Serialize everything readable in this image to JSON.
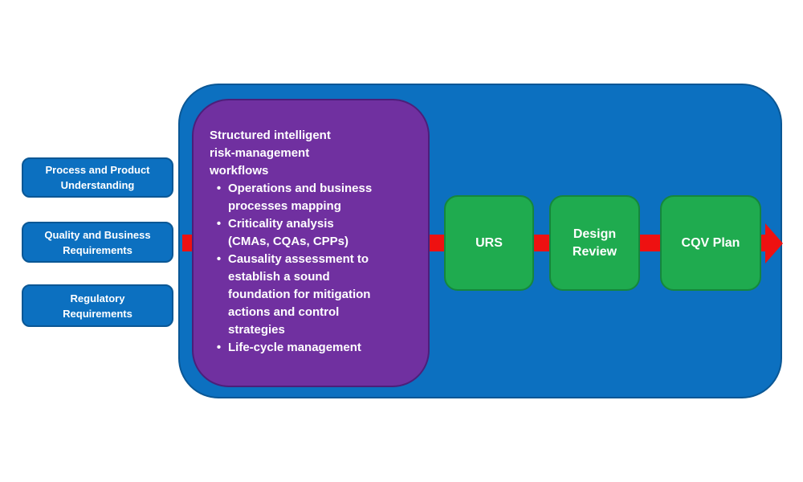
{
  "colors": {
    "container_blue": "#0C70C0",
    "input_blue": "#0C70C0",
    "risk_purple": "#7030A0",
    "stage_green": "#1FAB4F",
    "flow_red": "#EE1111",
    "text_white": "#ffffff",
    "background": "#ffffff"
  },
  "icons": {
    "bullet": "•"
  },
  "inputs": [
    {
      "label": "Process and Product\nUnderstanding"
    },
    {
      "label": "Quality and Business\nRequirements"
    },
    {
      "label": "Regulatory\nRequirements"
    }
  ],
  "risk_box": {
    "heading": "Structured intelligent\nrisk-management\nworkflows",
    "bullets": [
      "Operations and business\nprocesses mapping",
      "Criticality analysis\n(CMAs, CQAs, CPPs)",
      "Causality assessment to\nestablish a sound\nfoundation for mitigation\nactions and control\nstrategies",
      "Life-cycle management"
    ]
  },
  "stages": [
    {
      "label": "URS"
    },
    {
      "label": "Design\nReview"
    },
    {
      "label": "CQV Plan"
    }
  ]
}
